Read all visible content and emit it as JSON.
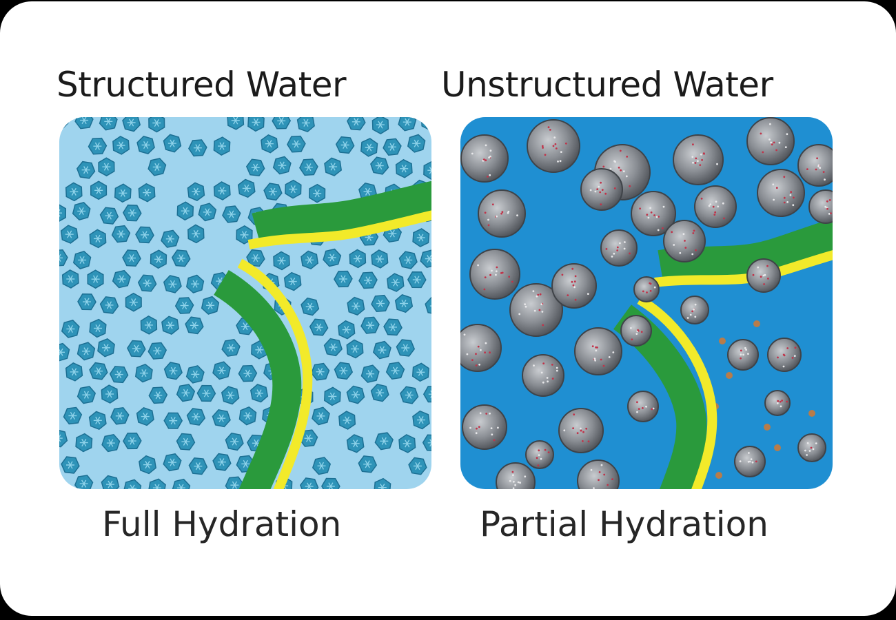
{
  "titles": {
    "left": "Structured Water",
    "right": "Unstructured Water"
  },
  "captions": {
    "left": "Full Hydration",
    "right": "Partial Hydration"
  },
  "colors": {
    "frame": "#000000",
    "card": "#ffffff",
    "structured_bg": "#9fd4ee",
    "unstructured_bg": "#1f8fd2",
    "hexagon_fill": "#2e93b8",
    "hexagon_stroke": "#1c6f93",
    "cluster_fill": "#7b7f86",
    "membrane_green": "#2a9a3c",
    "membrane_yellow": "#f2ea2a",
    "particle_brown": "#b77c4a"
  },
  "icons": {
    "structured_molecule": "hexagon-cluster-icon",
    "unstructured_molecule": "large-cluster-icon"
  }
}
